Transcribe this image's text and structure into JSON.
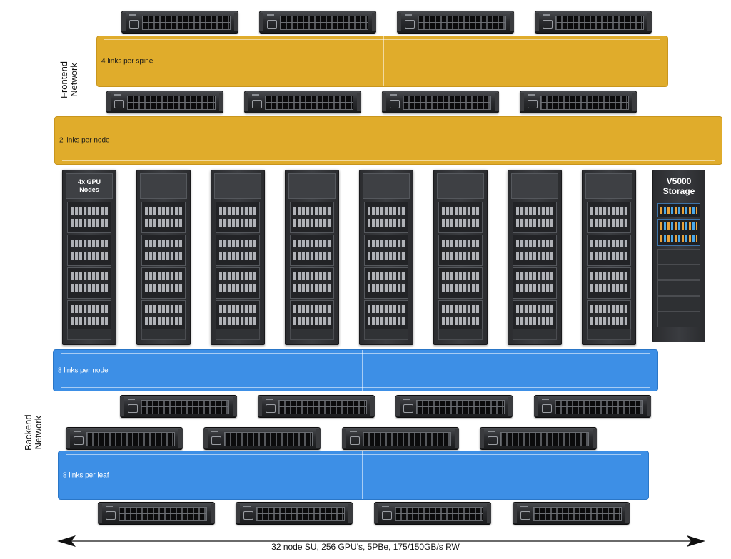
{
  "sections": {
    "frontend_label_line1": "Frontend",
    "frontend_label_line2": "Network",
    "backend_label_line1": "Backend",
    "backend_label_line2": "Network"
  },
  "bands": {
    "spine_links": "4 links per spine",
    "node_links_frontend": "2 links per node",
    "node_links_backend": "8 links per node",
    "leaf_links": "8 links per leaf"
  },
  "racks": {
    "gpu_label_line1": "4x GPU",
    "gpu_label_line2": "Nodes",
    "storage_line1": "V5000",
    "storage_line2": "Storage"
  },
  "footer": {
    "summary": "32 node SU, 256 GPU’s, 5PBe, 175/150GB/s RW"
  },
  "colors": {
    "frontend_band": "#e0ac2b",
    "backend_band": "#3d8fe6"
  }
}
